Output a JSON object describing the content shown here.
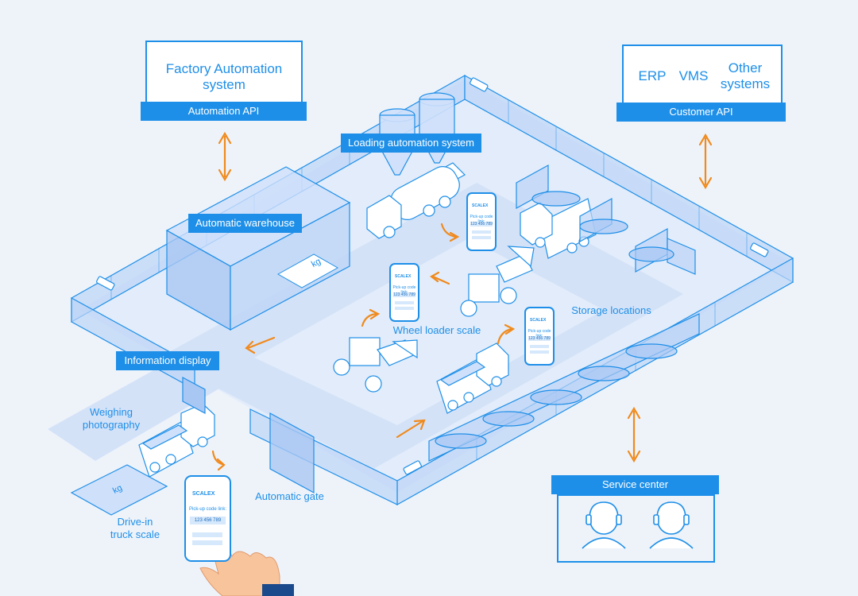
{
  "top_left": {
    "title_line1": "Factory Automation",
    "title_line2": "system",
    "api_bar": "Automation API"
  },
  "top_right": {
    "item1": "ERP",
    "item2": "VMS",
    "item3_line1": "Other",
    "item3_line2": "systems",
    "api_bar": "Customer API"
  },
  "labels": {
    "loading": "Loading automation system",
    "warehouse": "Automatic warehouse",
    "info_display": "Information display",
    "wheel_loader": "Wheel loader scale",
    "storage": "Storage locations",
    "weighing_line1": "Weighing",
    "weighing_line2": "photography",
    "gate": "Automatic gate",
    "truck_scale_line1": "Drive-in",
    "truck_scale_line2": "truck scale",
    "kg": "kg",
    "kg2": "kg"
  },
  "service": {
    "title": "Service center"
  },
  "phone": {
    "brand": "SCALEX",
    "pickup_label": "Pick-up code link:",
    "code": "123 456 789"
  },
  "colors": {
    "accent": "#1e8fe8",
    "arrow": "#f08a1c",
    "fill_light": "#cfe0fb",
    "background": "#eef3fa"
  }
}
